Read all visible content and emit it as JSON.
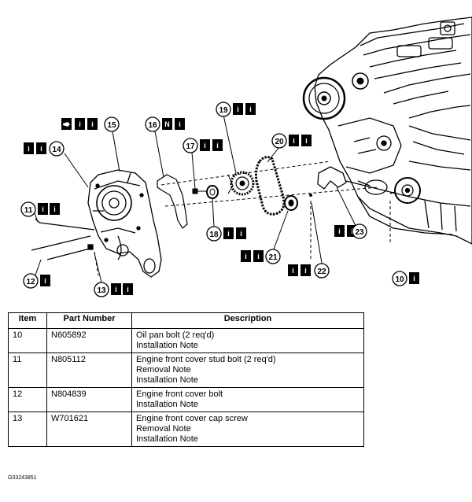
{
  "callouts": [
    "10",
    "11",
    "12",
    "13",
    "14",
    "15",
    "16",
    "17",
    "18",
    "19",
    "20",
    "21",
    "22",
    "23"
  ],
  "badge_glyphs": {
    "info": "i",
    "note": "N"
  },
  "table": {
    "headers": [
      "Item",
      "Part Number",
      "Description"
    ],
    "rows": [
      {
        "item": "10",
        "part_number": "N605892",
        "description": [
          "Oil pan bolt (2 req'd)",
          "Installation Note"
        ]
      },
      {
        "item": "11",
        "part_number": "N805112",
        "description": [
          "Engine front cover stud bolt (2 req'd)",
          "Removal Note",
          "Installation Note"
        ]
      },
      {
        "item": "12",
        "part_number": "N804839",
        "description": [
          "Engine front cover bolt",
          "Installation Note"
        ]
      },
      {
        "item": "13",
        "part_number": "W701621",
        "description": [
          "Engine front cover cap screw",
          "Removal Note",
          "Installation Note"
        ]
      }
    ]
  },
  "figure_id": "G03243851"
}
